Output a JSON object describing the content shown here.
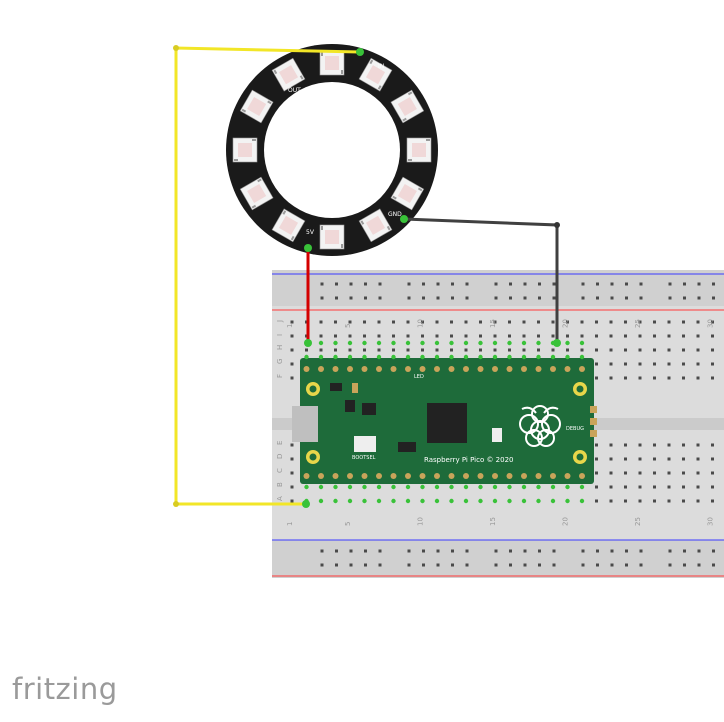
{
  "brand": {
    "logo_text": "fritzing"
  },
  "breadboard": {
    "row_letters_top": [
      "J",
      "I",
      "H",
      "G",
      "F"
    ],
    "row_letters_bottom": [
      "E",
      "D",
      "C",
      "B",
      "A"
    ],
    "column_numbers": [
      "1",
      "5",
      "10",
      "15",
      "20",
      "25",
      "30"
    ]
  },
  "ring": {
    "pin_labels": [
      "5V",
      "GND",
      "IN",
      "OUT"
    ]
  },
  "pico": {
    "silkscreen": "Raspberry Pi Pico © 2020",
    "bootsel_label": "BOOTSEL",
    "led_label": "LED",
    "debug_label": "DEBUG"
  },
  "wires": {
    "data_color": "#f2e627",
    "power_color": "#d40000",
    "ground_color": "#404040"
  },
  "colors": {
    "board_green": "#1e6b3a",
    "ring_black": "#1a1a1a",
    "pin_green": "#39c239"
  }
}
